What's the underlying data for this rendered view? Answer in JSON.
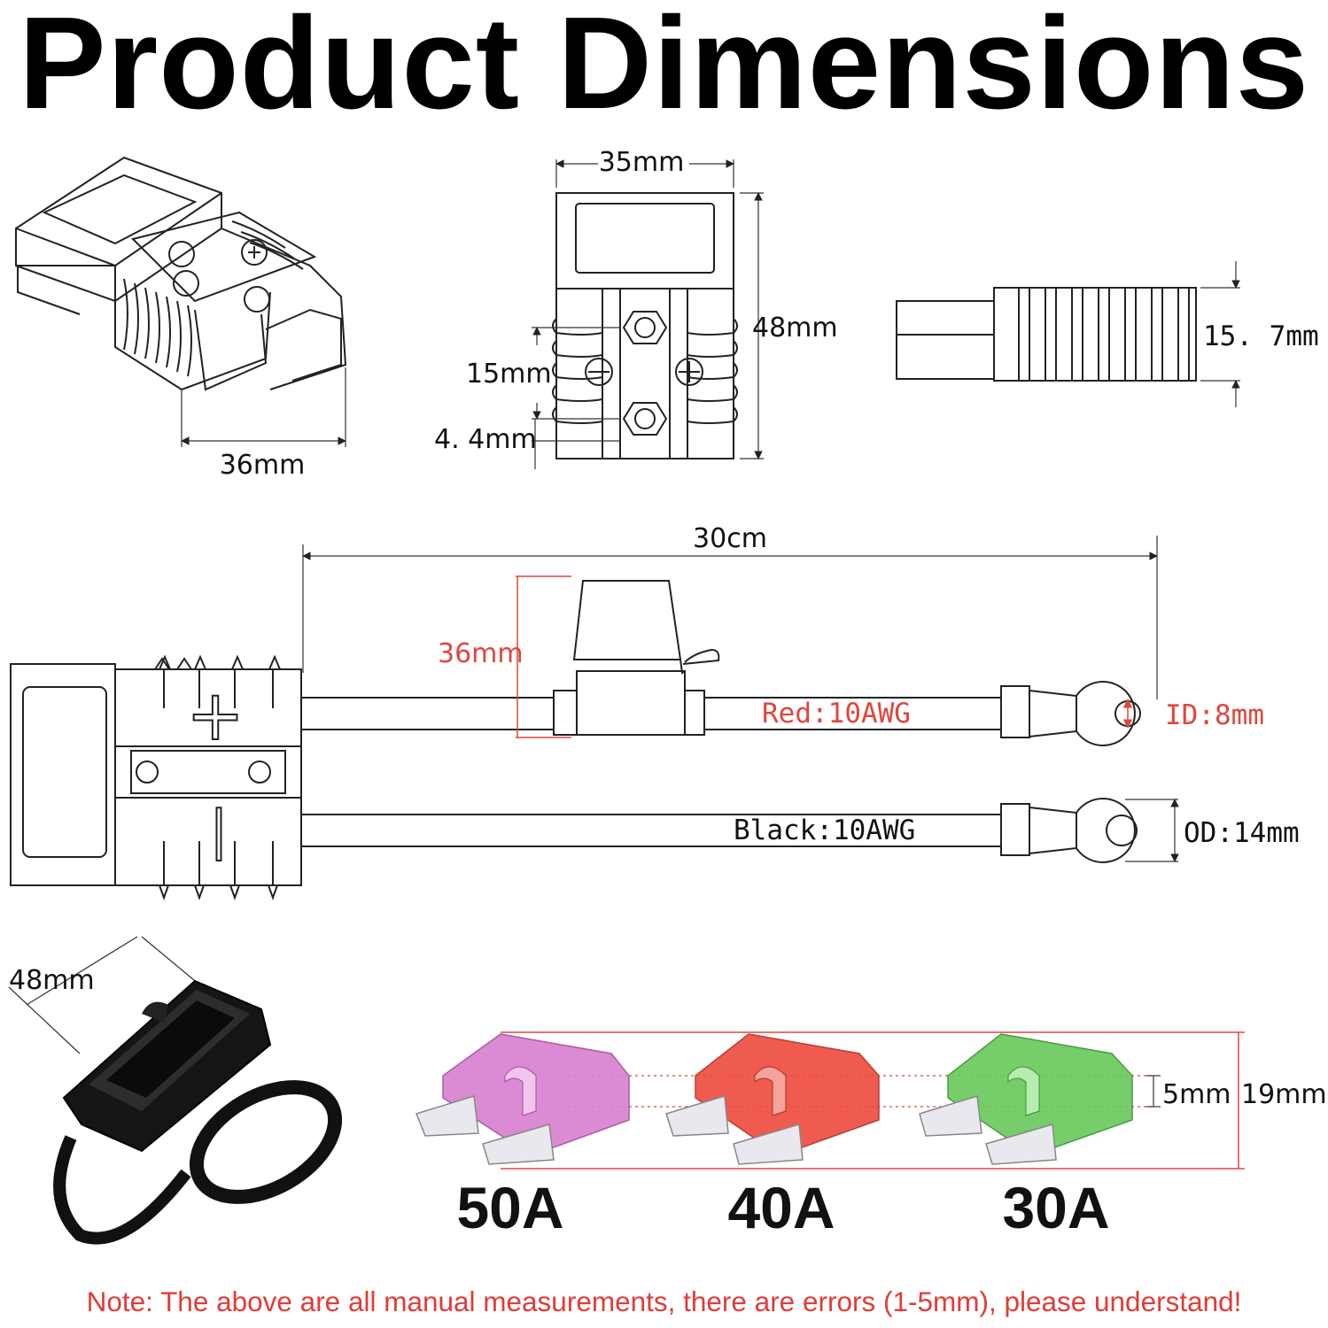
{
  "title": "Product Dimensions",
  "connector": {
    "width": "36mm",
    "front_width": "35mm",
    "front_height": "48mm",
    "hole_spacing": "15mm",
    "hole_offset": "4. 4mm",
    "side_height": "15. 7mm"
  },
  "cable": {
    "length": "30cm",
    "fuse_holder_height": "36mm",
    "red_wire": "Red:10AWG",
    "black_wire": "Black:10AWG",
    "ring_id": "ID:8mm",
    "ring_od": "OD:14mm",
    "plus_symbol": "+",
    "minus_symbol": "|"
  },
  "dust_cap": {
    "size": "48mm"
  },
  "fuses": {
    "blade_width": "5mm",
    "height": "19mm",
    "items": [
      {
        "label": "50A",
        "color": "#d77fd0"
      },
      {
        "label": "40A",
        "color": "#ee4b3c"
      },
      {
        "label": "30A",
        "color": "#67c95a"
      }
    ]
  },
  "note": "Note: The above are all manual measurements, there are errors (1-5mm), please understand!"
}
